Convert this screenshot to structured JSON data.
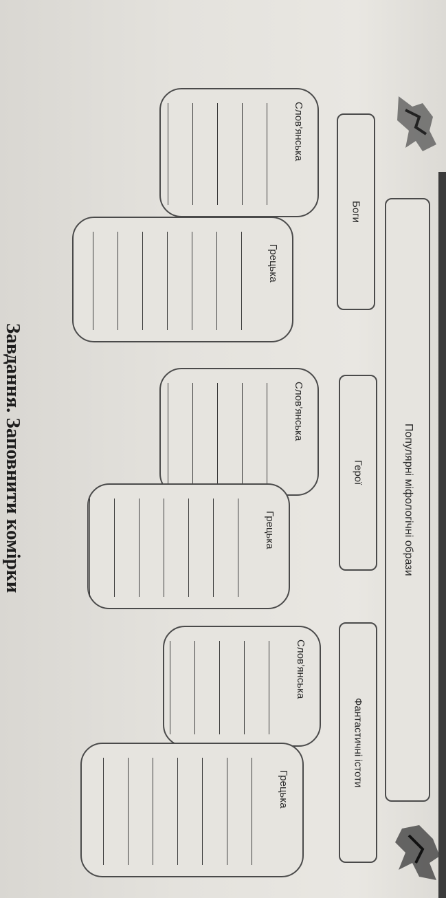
{
  "title": "Популярні міфологічні образи",
  "categories": [
    "Боги",
    "Герої",
    "Фантастичні істоти"
  ],
  "cards": [
    {
      "label": "Слов’янська"
    },
    {
      "label": "Грецька"
    },
    {
      "label": "Слов’янська"
    },
    {
      "label": "Грецька"
    },
    {
      "label": "Слов’янська"
    },
    {
      "label": "Грецька"
    }
  ],
  "task": "Завдання. Заповнити комірки"
}
